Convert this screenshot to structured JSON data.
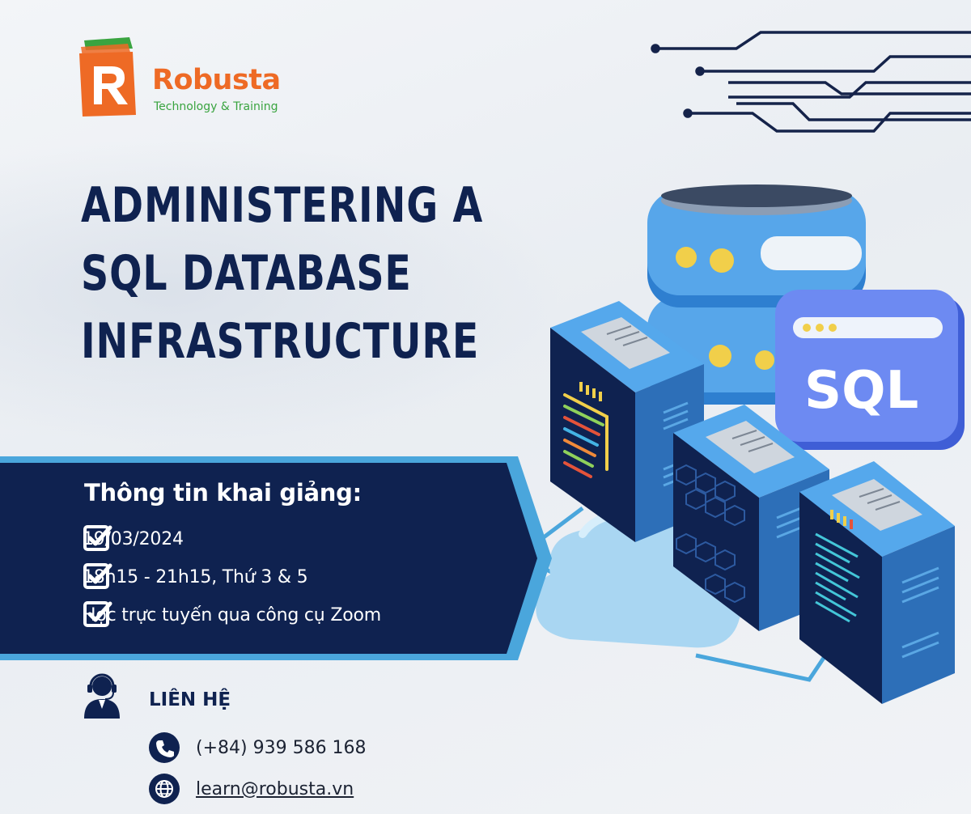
{
  "brand": {
    "name": "Robusta",
    "tagline": "Technology & Training",
    "logo_letter": "R",
    "colors": {
      "orange": "#ee6a25",
      "green": "#3aa440",
      "navy": "#0f2250"
    }
  },
  "title_lines": [
    "ADMINISTERING A",
    "SQL DATABASE",
    "INFRASTRUCTURE"
  ],
  "info": {
    "heading": "Thông tin khai giảng:",
    "items": [
      {
        "icon": "checkbox-icon",
        "text": "19/03/2024"
      },
      {
        "icon": "checkbox-icon",
        "text": "18h15 - 21h15, Thứ 3 & 5"
      },
      {
        "icon": "checkbox-icon",
        "text": "Học trực tuyến qua công cụ Zoom"
      }
    ]
  },
  "contact": {
    "heading": "LIÊN HỆ",
    "phone": "(+84) 939 586 168",
    "email": "learn@robusta.vn"
  },
  "illustration": {
    "badge_text": "SQL",
    "icons": [
      "circuit-lines",
      "database-icon",
      "server-icon",
      "cloud-icon",
      "sql-window-icon"
    ]
  }
}
